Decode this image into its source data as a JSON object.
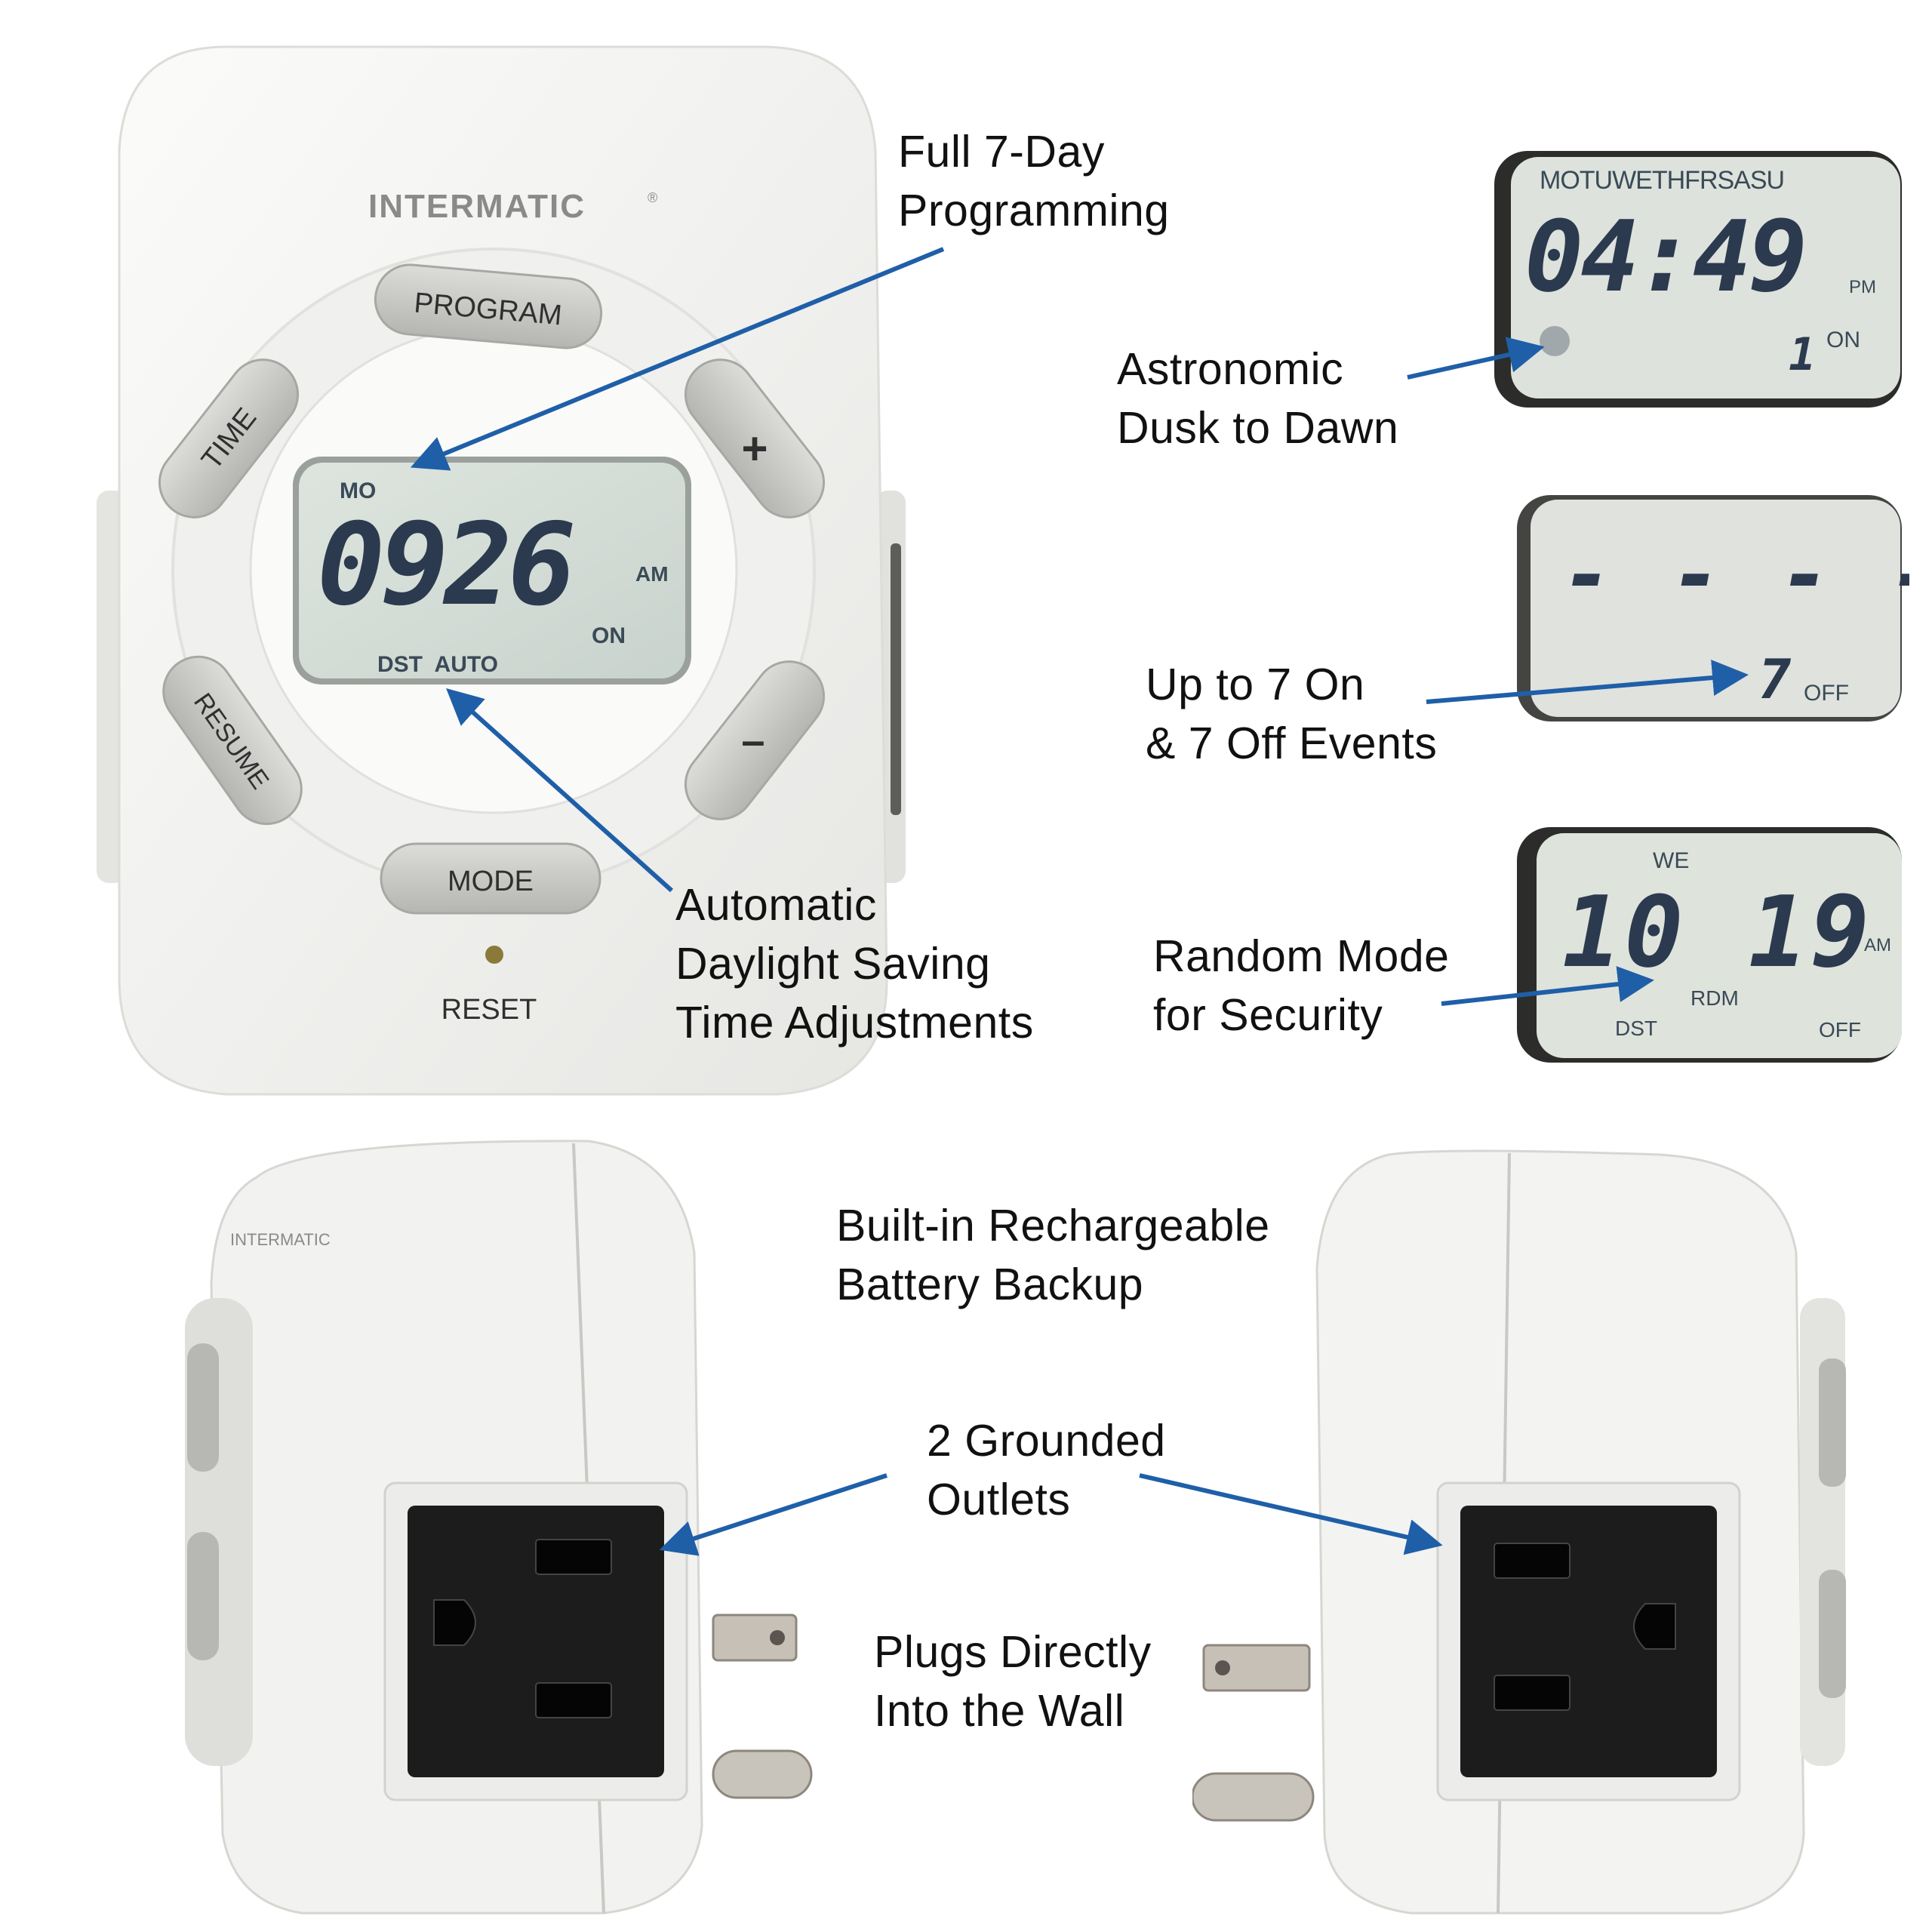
{
  "brand": "INTERMATIC",
  "front_device": {
    "buttons": {
      "program": "PROGRAM",
      "time": "TIME",
      "plus": "+",
      "resume": "RESUME",
      "minus": "–",
      "mode": "MODE"
    },
    "reset_label": "RESET",
    "display": {
      "day": "MO",
      "time": "0926",
      "ampm": "AM",
      "status": "ON",
      "indicators": "DST  AUTO"
    }
  },
  "callouts": {
    "programming": [
      "Full 7-Day",
      "Programming"
    ],
    "dst": [
      "Automatic",
      "Daylight Saving",
      "Time Adjustments"
    ],
    "astronomic": [
      "Astronomic",
      "Dusk to Dawn"
    ],
    "events": [
      "Up to 7 On",
      "& 7 Off Events"
    ],
    "random": [
      "Random Mode",
      "for Security"
    ],
    "battery": [
      "Built-in Rechargeable",
      "Battery Backup"
    ],
    "outlets": [
      "2 Grounded",
      "Outlets"
    ],
    "plugs": [
      "Plugs Directly",
      "Into the Wall"
    ]
  },
  "lcd_closeups": {
    "astronomic": {
      "days": "MOTUWETHFRSASU",
      "time": "04:49",
      "ampm": "PM",
      "event": "1",
      "status": "ON"
    },
    "events": {
      "time": "- - - -",
      "event": "7",
      "status": "OFF"
    },
    "random": {
      "day": "WE",
      "time": "10 19",
      "ampm": "AM",
      "mode": "RDM",
      "dst": "DST",
      "status": "OFF"
    }
  },
  "colors": {
    "arrow": "#1f5fa8",
    "lcd": "#d4dcd6",
    "body": "#f3f3f1",
    "button": "#c9c9c6",
    "outlet": "#1c1c1c"
  }
}
